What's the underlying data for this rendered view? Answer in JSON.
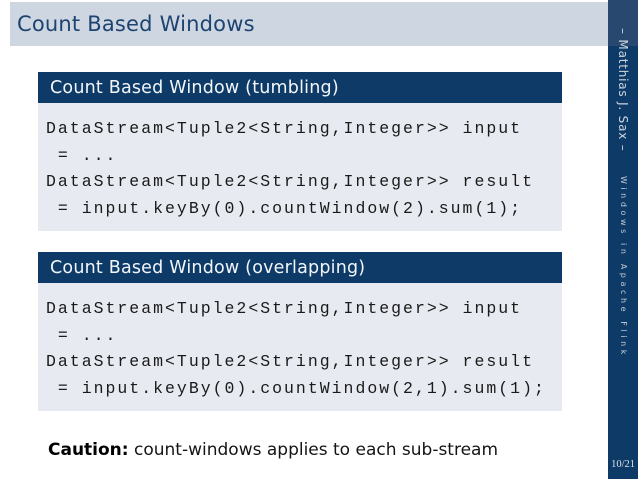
{
  "slide": {
    "title": "Count Based Windows",
    "page_number": "10/21",
    "caution": {
      "label": "Caution:",
      "text": "count-windows applies to each sub-stream"
    }
  },
  "sidebar": {
    "author": "– Matthias J. Sax –",
    "deck_title": "Windows in Apache Flink"
  },
  "blocks": [
    {
      "title": "Count Based Window (tumbling)",
      "code": [
        "DataStream<Tuple2<String,Integer>> input",
        " = ...",
        "DataStream<Tuple2<String,Integer>> result",
        " = input.keyBy(0).countWindow(2).sum(1);"
      ]
    },
    {
      "title": "Count Based Window (overlapping)",
      "code": [
        "DataStream<Tuple2<String,Integer>> input",
        " = ...",
        "DataStream<Tuple2<String,Integer>> result",
        " = input.keyBy(0).countWindow(2,1).sum(1);"
      ]
    }
  ],
  "colors": {
    "navy": "#0d3a66",
    "frametitle_bg": "#cdd6e1",
    "frametitle_text": "#1d4370",
    "code_bg": "#e7ebf1",
    "code_text": "#1a1a1a",
    "sidebar_top_shade": "#29486f",
    "sidebar_text": "#ccd6e1"
  }
}
